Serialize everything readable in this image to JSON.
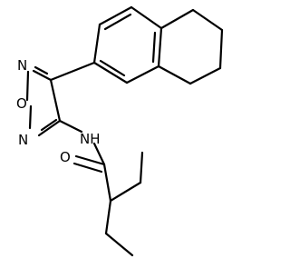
{
  "molecule": {
    "atoms": [
      {
        "id": "N1",
        "label": "N"
      },
      {
        "id": "O1",
        "label": "O"
      },
      {
        "id": "N2",
        "label": "N"
      },
      {
        "id": "NH",
        "label": "NH"
      },
      {
        "id": "O2",
        "label": "O"
      }
    ]
  }
}
